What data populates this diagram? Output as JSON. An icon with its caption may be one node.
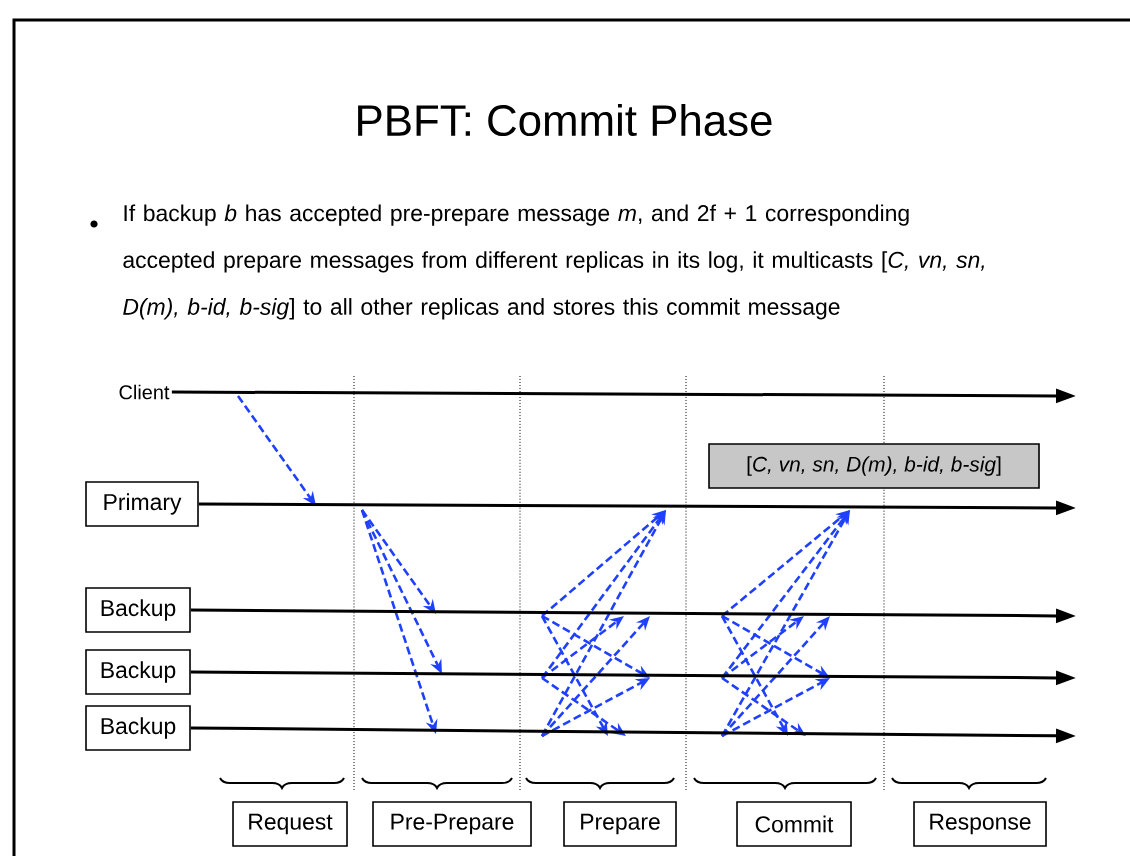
{
  "diagram": {
    "title": "PBFT: Commit Phase",
    "nodes": [
      {
        "text": [
          "Client"
        ]
      },
      {
        "text": [
          "Primary"
        ]
      },
      {
        "text": [
          "Backup"
        ]
      },
      {
        "text": [
          "Backup"
        ]
      },
      {
        "text": [
          "Backup"
        ]
      },
      {
        "text": [
          "[*C, vn, sn, D(m), b-id, b-sig*]"
        ]
      },
      {
        "text": [
          "Request"
        ]
      },
      {
        "text": [
          "Pre-Prepare"
        ]
      },
      {
        "text": [
          "Prepare"
        ]
      },
      {
        "text": [
          "Commit"
        ]
      },
      {
        "text": [
          "Response"
        ]
      }
    ],
    "edges": [
      {
        "from": 0,
        "to": null,
        "arrow": "to"
      },
      {
        "from": 1,
        "to": null,
        "arrow": "to"
      },
      {
        "from": 2,
        "to": null,
        "arrow": "to"
      },
      {
        "from": 3,
        "to": null,
        "arrow": "to"
      },
      {
        "from": 4,
        "to": null,
        "arrow": "to"
      }
    ],
    "labels": [
      "If backup *b* has accepted pre-prepare message *m*, and 2f + 1 corresponding accepted prepare messages from different replicas in its log, it multicasts [*C, vn, sn, D(m), b-id, b-sig*] to all other replicas and stores this commit message"
    ]
  }
}
